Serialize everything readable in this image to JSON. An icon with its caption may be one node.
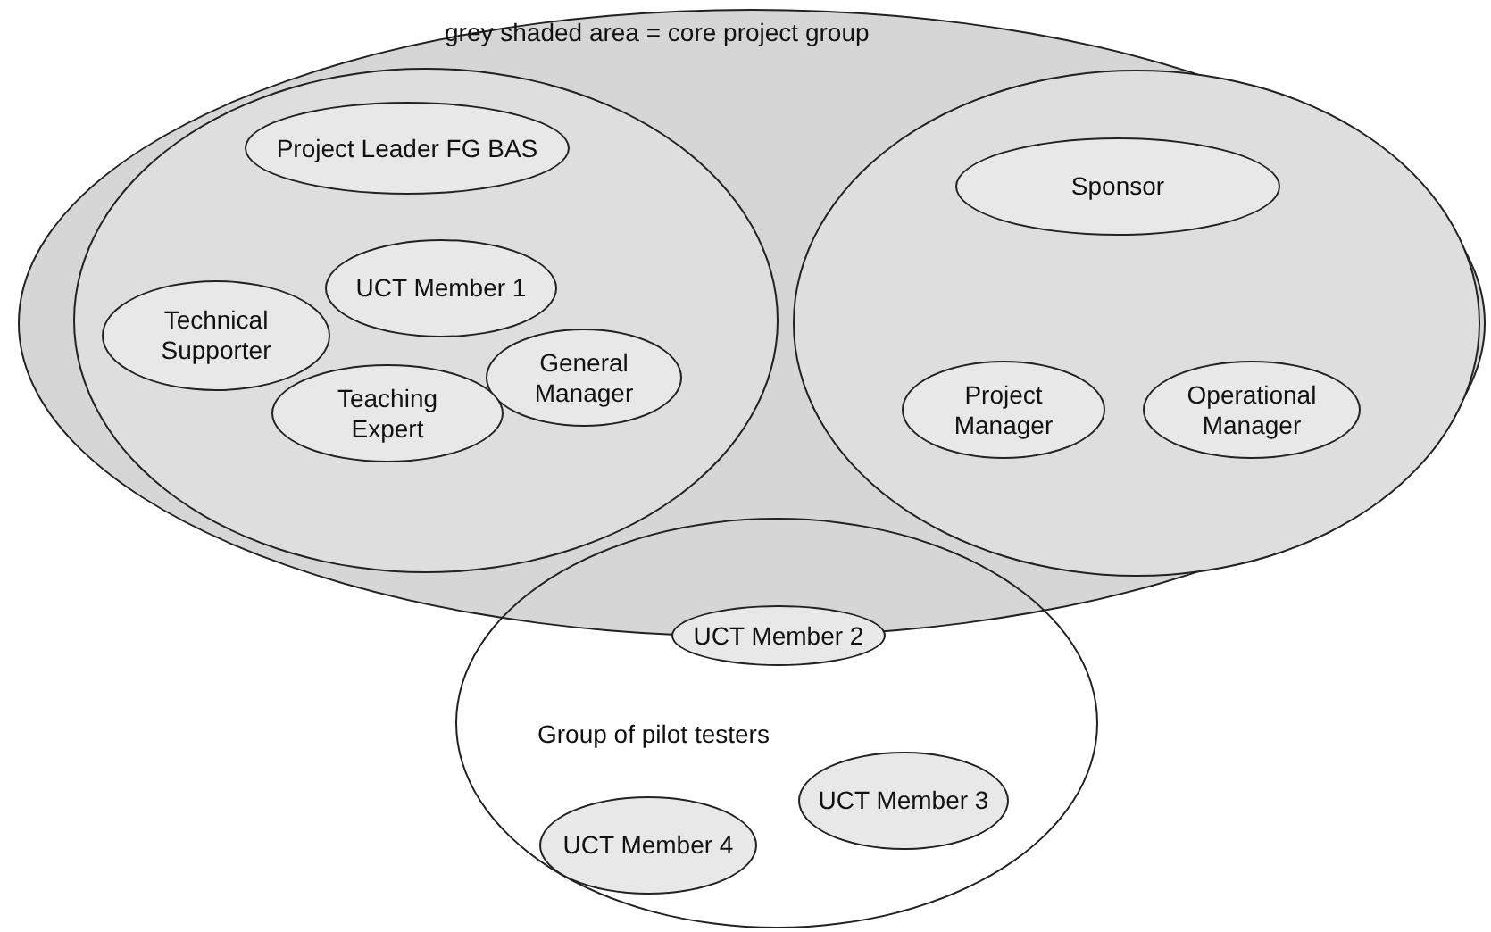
{
  "diagram": {
    "nodes": [
      {
        "text": [
          "grey shaded area = core project group"
        ]
      },
      {
        "text": [],
        "shape": "ellipse",
        "in": 0
      },
      {
        "text": [
          "Project Leader FG BAS"
        ],
        "in": 1
      },
      {
        "text": [
          "UCT Member 1"
        ],
        "in": 1
      },
      {
        "text": [
          "Technical Supporter"
        ],
        "in": 1
      },
      {
        "text": [
          "General Manager"
        ],
        "in": 1
      },
      {
        "text": [
          "Teaching Expert"
        ],
        "in": 1
      },
      {
        "text": [],
        "shape": "ellipse",
        "in": 0
      },
      {
        "text": [
          "Sponsor"
        ],
        "in": 7
      },
      {
        "text": [
          "Project Manager"
        ],
        "in": 7
      },
      {
        "text": [
          "Operational Manager"
        ],
        "in": 7
      },
      {
        "text": [
          "Group of pilot testers"
        ]
      },
      {
        "text": [
          "UCT Member 2"
        ],
        "in": 11
      },
      {
        "text": [
          "UCT Member 3"
        ],
        "in": 11
      },
      {
        "text": [
          "UCT Member 4"
        ],
        "in": 11
      }
    ]
  }
}
